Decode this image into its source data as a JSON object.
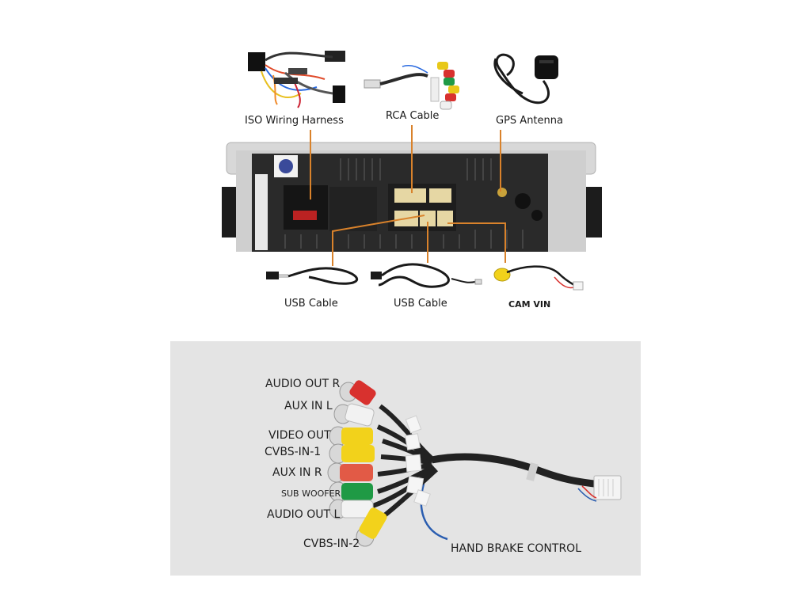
{
  "top_labels": {
    "iso_harness": "ISO Wiring Harness",
    "rca_cable": "RCA Cable",
    "gps_antenna": "GPS Antenna",
    "usb_cable_1": "USB Cable",
    "usb_cable_2": "USB Cable",
    "cam_vin": "CAM VIN"
  },
  "rca_labels": {
    "audio_out_r": "AUDIO OUT R",
    "aux_in_l": "AUX IN L",
    "video_out": "VIDEO OUT",
    "cvbs_in_1": "CVBS-IN-1",
    "aux_in_r": "AUX IN R",
    "sub_woofer": "SUB WOOFER",
    "audio_out_l": "AUDIO OUT L",
    "cvbs_in_2": "CVBS-IN-2",
    "hand_brake": "HAND BRAKE CONTROL"
  },
  "colors": {
    "leader_line": "#d9822b",
    "panel_bg": "#e4e4e4",
    "rca_red": "#d8312e",
    "rca_white": "#f2f2f2",
    "rca_yellow": "#f2d21b",
    "rca_green": "#1f9a45",
    "cable_black": "#222222",
    "hand_brake_wire": "#2a5db0"
  }
}
